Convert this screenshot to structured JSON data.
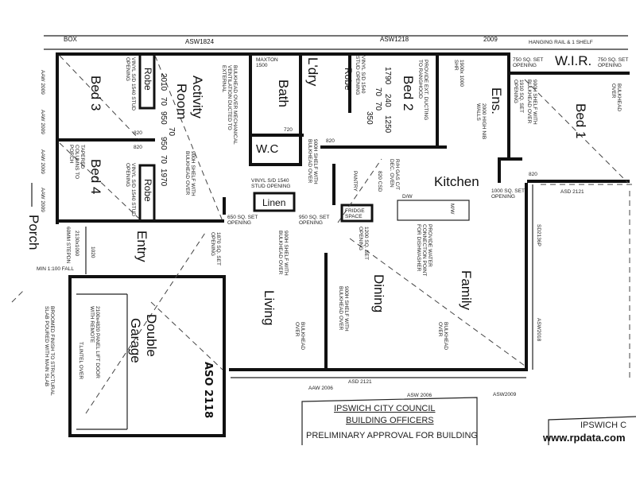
{
  "rooms": {
    "bed3": "Bed 3",
    "bed4": "Bed 4",
    "activity": "Activity",
    "activity2": "Room",
    "bath": "Bath",
    "wc": "W.C",
    "laundry": "L'dry",
    "robe": "Robe",
    "bed2": "Bed 2",
    "ens": "Ens.",
    "wir": "W.I.R.",
    "bed1": "Bed 1",
    "kitchen": "Kitchen",
    "pantry": "PANTRY",
    "fridge": "FRIDGE SPACE",
    "linen": "Linen",
    "entry": "Entry",
    "porch": "Porch",
    "garage1": "Double",
    "garage2": "Garage",
    "living": "Living",
    "dining": "Dining",
    "family": "Family"
  },
  "labels": {
    "box": "BOX",
    "asw1824": "ASW1824",
    "asw1218": "ASW1218",
    "top2009": "2009",
    "hanging": "HANGING RAIL & 1 SHELF",
    "wir_open_l": "750 SQ. SET OPENING",
    "wir_open_r": "750 SQ. SET OPENING",
    "maxton": "MAXTON 1500",
    "aaw2009": "AAW 2009",
    "d820": "820",
    "d720": "720",
    "d1020": "1020",
    "asd2121": "ASD 2121",
    "sd": "SD2136P",
    "asw2018": "ASW2018",
    "aaw2006": "AAW 2006",
    "asw2006": "ASW 2006",
    "asw2009": "ASW2009",
    "mins": "MIN 1:100 FALL",
    "d2130": "2130x1090",
    "aso": "ASO 2118"
  },
  "dimensions": {
    "a": "2010",
    "b": "70",
    "c": "950",
    "d": "70",
    "e": "950",
    "f": "70",
    "g": "1970",
    "h": "1790",
    "i": "70",
    "j": "240",
    "k": "70",
    "l": "350",
    "m": "1250"
  },
  "notes": {
    "bulkhead_vent": "BULKHEAD OVER MECHANICAL VENTILATION DUCTED TO EXTERNAL",
    "vinyl1": "VINYL S/D 1540 STUD OPENING",
    "vinyl2": "VINYL S/D 1540 STUD OPENING",
    "vinyl3": "VINYL S/D 1540 STUD OPENING",
    "vinyl4": "VINYL S/D 1540 STUD OPENING",
    "shelf1": "900H SHELF WITH BULKHEAD OVER",
    "shelf2": "900H SHELF WITH BULKHEAD OVER",
    "shelf3": "900H SHELF WITH BULKHEAD OVER",
    "shelf4": "900H SHELF WITH BULKHEAD OVER",
    "shelf5": "900H SHELF WITH BULKHEAD OVER",
    "tapered": "TAPERED COLUMNS TO PORCH",
    "ducting": "PROVIDE EXT. DUCTING TO RANGHOOD",
    "shr": "1900x 1000 SHR",
    "nib": "2000 HIGH NIB WALLS",
    "open1910": "1910 SQ. SET OPENING",
    "bulkhead1": "BULKHEAD OVER",
    "bulkhead2": "BULKHEAD OVER",
    "bulkhead3": "BULKHEAD OVER",
    "open650": "650 SQ. SET OPENING",
    "open950": "950 SQ. SET OPENING",
    "open1870": "1870 SQ. SET OPENING",
    "open1200": "1200 SQ. SET OPENING",
    "open1000": "1000 SQ. SET OPENING",
    "rh": "R/H GAS C/T DEC. OVEN",
    "dw": "D/W",
    "mw": "M/W",
    "csd": "820 CSD",
    "water": "PROVIDE WATER CONNECTION POINT FOR DISHWASHER",
    "garage_door": "2100x4820 PANEL LIFT DOOR WITH REMOTE",
    "lintel": "T.LINTEL OVER",
    "broomed": "BROOMED FINISH TO STRUCTURAL SLAB POURED WITH MAIN SLAB",
    "step": "60MM STEPDN"
  },
  "stamp": {
    "line1": "IPSWICH CITY COUNCIL",
    "line2": "BUILDING OFFICERS",
    "line3": "PRELIMINARY APPROVAL FOR BUILDING",
    "line4": "IPSWICH C"
  },
  "watermark": "www.rpdata.com"
}
